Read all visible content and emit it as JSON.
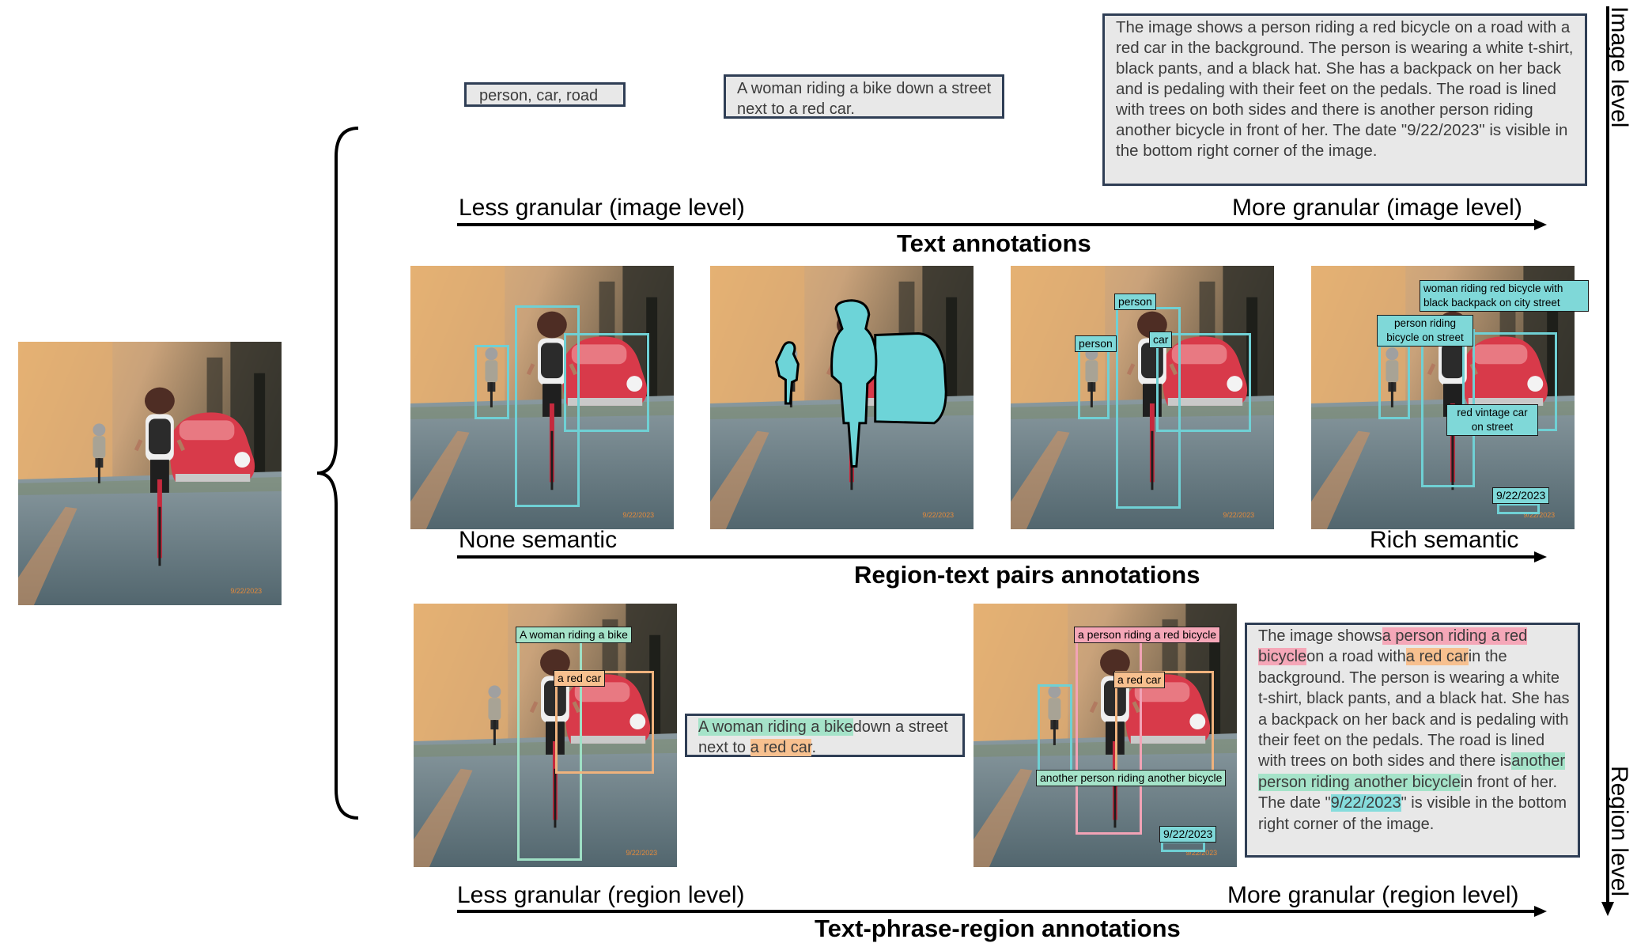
{
  "text_annotations": {
    "tags": "person, car, road",
    "short_caption": "A woman riding a bike down a street next to a red car.",
    "long_caption": "The image shows a person riding a red bicycle on a road with a red car in the background. The person is wearing a white t-shirt, black pants, and a black hat. She has a backpack on her back and is pedaling with their feet on the pedals. The road is lined with trees on both sides and there is another person riding another bicycle in front of her. The date \"9/22/2023\" is visible in the bottom right corner of the image.",
    "axis_left": "Less granular (image level)",
    "axis_right": "More granular (image level)",
    "title": "Text annotations"
  },
  "region_text": {
    "axis_left": "None semantic",
    "axis_right": "Rich semantic",
    "title": "Region-text pairs annotations",
    "panel3_labels": [
      "person",
      "person",
      "car"
    ],
    "panel4_labels": [
      "woman riding red bicycle with black backpack on city street",
      "person riding bicycle on street",
      "red vintage car on street",
      "9/22/2023"
    ]
  },
  "phrase_region": {
    "axis_left": "Less granular (region level)",
    "axis_right": "More granular (region level)",
    "title": "Text-phrase-region annotations",
    "panel1_labels": [
      "A woman riding a bike",
      "a red car"
    ],
    "panel2_labels": [
      "a person riding a red bicycle",
      "a red car",
      "another person riding another bicycle",
      "9/22/2023"
    ],
    "short_caption": {
      "p1": "A woman riding a bike",
      "p2": "down a street next to",
      "p3": "a red car",
      "p4": "."
    },
    "long_caption": {
      "s1": "The image shows",
      "h1": "a person riding a red bicycle",
      "s2": "on a road with",
      "h2": "a red car",
      "s3": "in the background. The person is wearing a white t-shirt, black pants, and a black hat. She has a backpack on her back and is pedaling with their feet on the pedals. The road is lined with trees on both sides and there is",
      "h3": "another person riding another bicycle",
      "s4": "in front of her. The date \"",
      "h4": "9/22/2023",
      "s5": "\" is visible in the bottom right corner of the image."
    }
  },
  "side_axis": {
    "top": "Image level",
    "bottom": "Region level"
  },
  "photo_date": "9/22/2023",
  "colors": {
    "cyan": "#7fd8d8",
    "green": "#a5e3c9",
    "orange": "#f7c08f",
    "pink": "#f5a7b8",
    "box_border": "#2f3e55"
  }
}
